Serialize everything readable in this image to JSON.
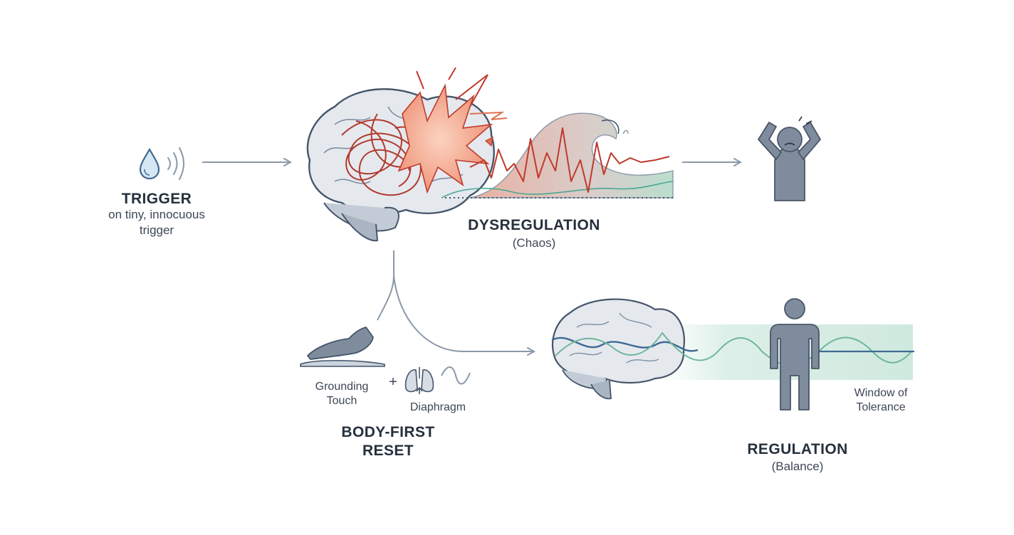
{
  "trigger": {
    "title": "TRIGGER",
    "subtitle_line1": "on tiny, innocuous",
    "subtitle_line2": "trigger",
    "icon": "water-drop-icon"
  },
  "dysregulation": {
    "title": "DYSREGULATION",
    "subtitle": "(Chaos)",
    "icons": [
      "brain-icon",
      "explosion-icon",
      "wave-icon",
      "distressed-person-icon"
    ]
  },
  "reset": {
    "title_line1": "BODY-FIRST",
    "title_line2": "RESET",
    "touch_line1": "Grounding",
    "touch_line2": "Touch",
    "plus": "+",
    "diaphragm": "Diaphragm",
    "icons": [
      "hand-icon",
      "lungs-icon",
      "breath-wave-icon"
    ]
  },
  "regulation": {
    "title": "REGULATION",
    "subtitle": "(Balance)",
    "window_line1": "Window of",
    "window_line2": "Tolerance",
    "icons": [
      "brain-icon",
      "standing-person-icon"
    ]
  },
  "colors": {
    "accent_red": "#c0392b",
    "accent_orange": "#e8876a",
    "line_gray": "#8a98a8",
    "teal": "#4aa891",
    "blue": "#3f6a93",
    "figure": "#7f8c9d"
  }
}
